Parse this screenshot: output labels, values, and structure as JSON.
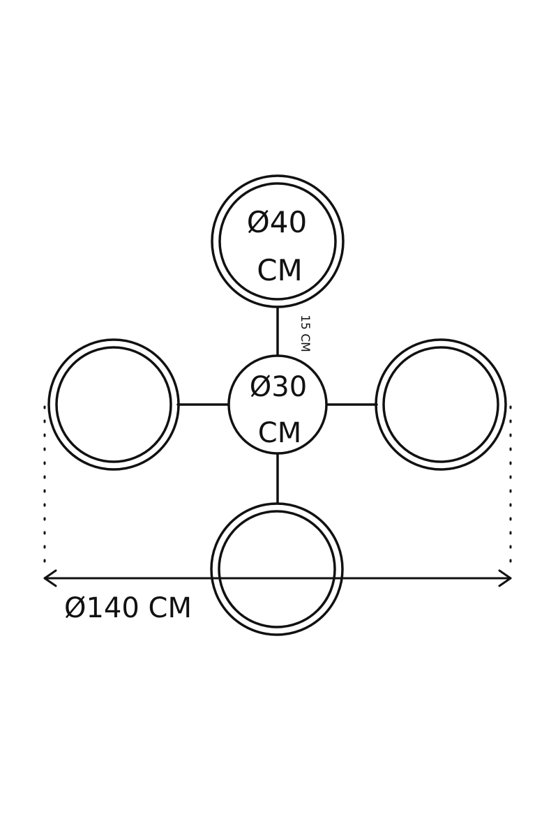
{
  "labels": {
    "top_diameter": "Ø40",
    "top_unit": "CM",
    "center_diameter": "Ø30",
    "center_unit": "CM",
    "connector_length": "15 CM",
    "overall_width": "Ø140 CM"
  }
}
